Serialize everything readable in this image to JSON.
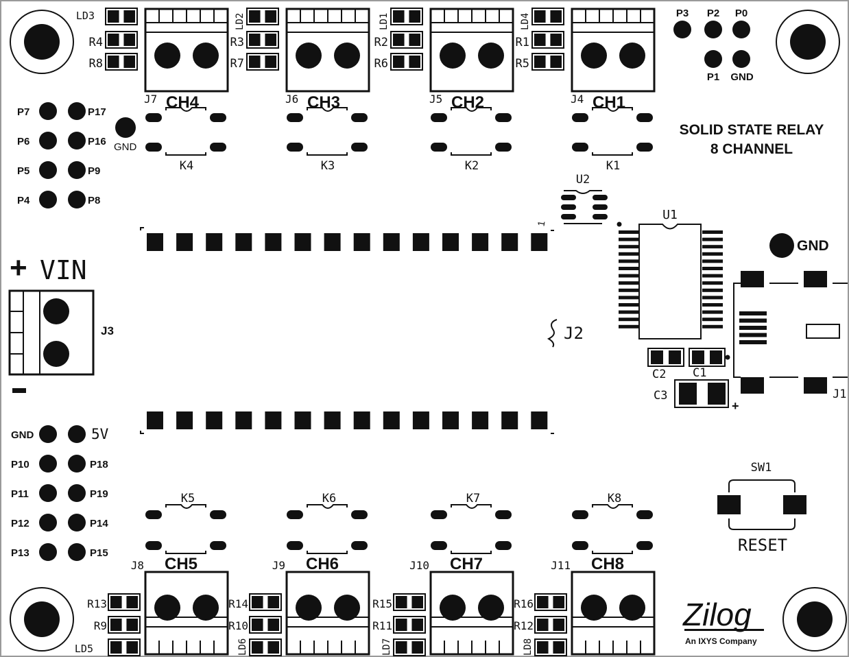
{
  "board": {
    "title_line1": "SOLID STATE RELAY",
    "title_line2": "8 CHANNEL",
    "brand": "Zilog",
    "brand_tagline": "An IXYS Company",
    "colors": {
      "ink": "#111111",
      "paper": "#ffffff",
      "border": "#9a9a9a"
    }
  },
  "relays_top": [
    {
      "channel": "CH4",
      "connector": "J7",
      "relay": "K4",
      "led": "LD3",
      "resistors": [
        "R4",
        "R8"
      ]
    },
    {
      "channel": "CH3",
      "connector": "J6",
      "relay": "K3",
      "led": "LD2",
      "resistors": [
        "R3",
        "R7"
      ]
    },
    {
      "channel": "CH2",
      "connector": "J5",
      "relay": "K2",
      "led": "LD1",
      "resistors": [
        "R2",
        "R6"
      ]
    },
    {
      "channel": "CH1",
      "connector": "J4",
      "relay": "K1",
      "led": "LD4",
      "resistors": [
        "R1",
        "R5"
      ]
    }
  ],
  "relays_bottom": [
    {
      "channel": "CH5",
      "connector": "J8",
      "relay": "K5",
      "led": "LD5",
      "resistors": [
        "R13",
        "R9"
      ]
    },
    {
      "channel": "CH6",
      "connector": "J9",
      "relay": "K6",
      "led": "LD6",
      "resistors": [
        "R14",
        "R10"
      ]
    },
    {
      "channel": "CH7",
      "connector": "J10",
      "relay": "K7",
      "led": "LD7",
      "resistors": [
        "R15",
        "R11"
      ]
    },
    {
      "channel": "CH8",
      "connector": "J11",
      "relay": "K8",
      "led": "LD8",
      "resistors": [
        "R16",
        "R12"
      ]
    }
  ],
  "pads_top_right": [
    "P3",
    "P2",
    "P0",
    "P1",
    "GND"
  ],
  "pads_left_top": {
    "left": [
      "P7",
      "P6",
      "P5",
      "P4"
    ],
    "right": [
      "P17",
      "P16",
      "P9",
      "P8"
    ],
    "gnd": "GND"
  },
  "pads_left_bottom": {
    "left": [
      "GND",
      "P10",
      "P11",
      "P12",
      "P13"
    ],
    "right": [
      "5V",
      "P18",
      "P19",
      "P14",
      "P15"
    ]
  },
  "power": {
    "plus": "+",
    "label": "VIN",
    "connector": "J3",
    "minus": "-"
  },
  "header": {
    "label": "J2",
    "pin1": "1"
  },
  "ics": {
    "u1": "U1",
    "u2": "U2"
  },
  "caps": {
    "c1": "C1",
    "c2": "C2",
    "c3": "C3",
    "c3_polarity": "+"
  },
  "usb": {
    "label": "J1"
  },
  "gnd_pad": "GND",
  "reset": {
    "label": "SW1",
    "caption": "RESET"
  }
}
